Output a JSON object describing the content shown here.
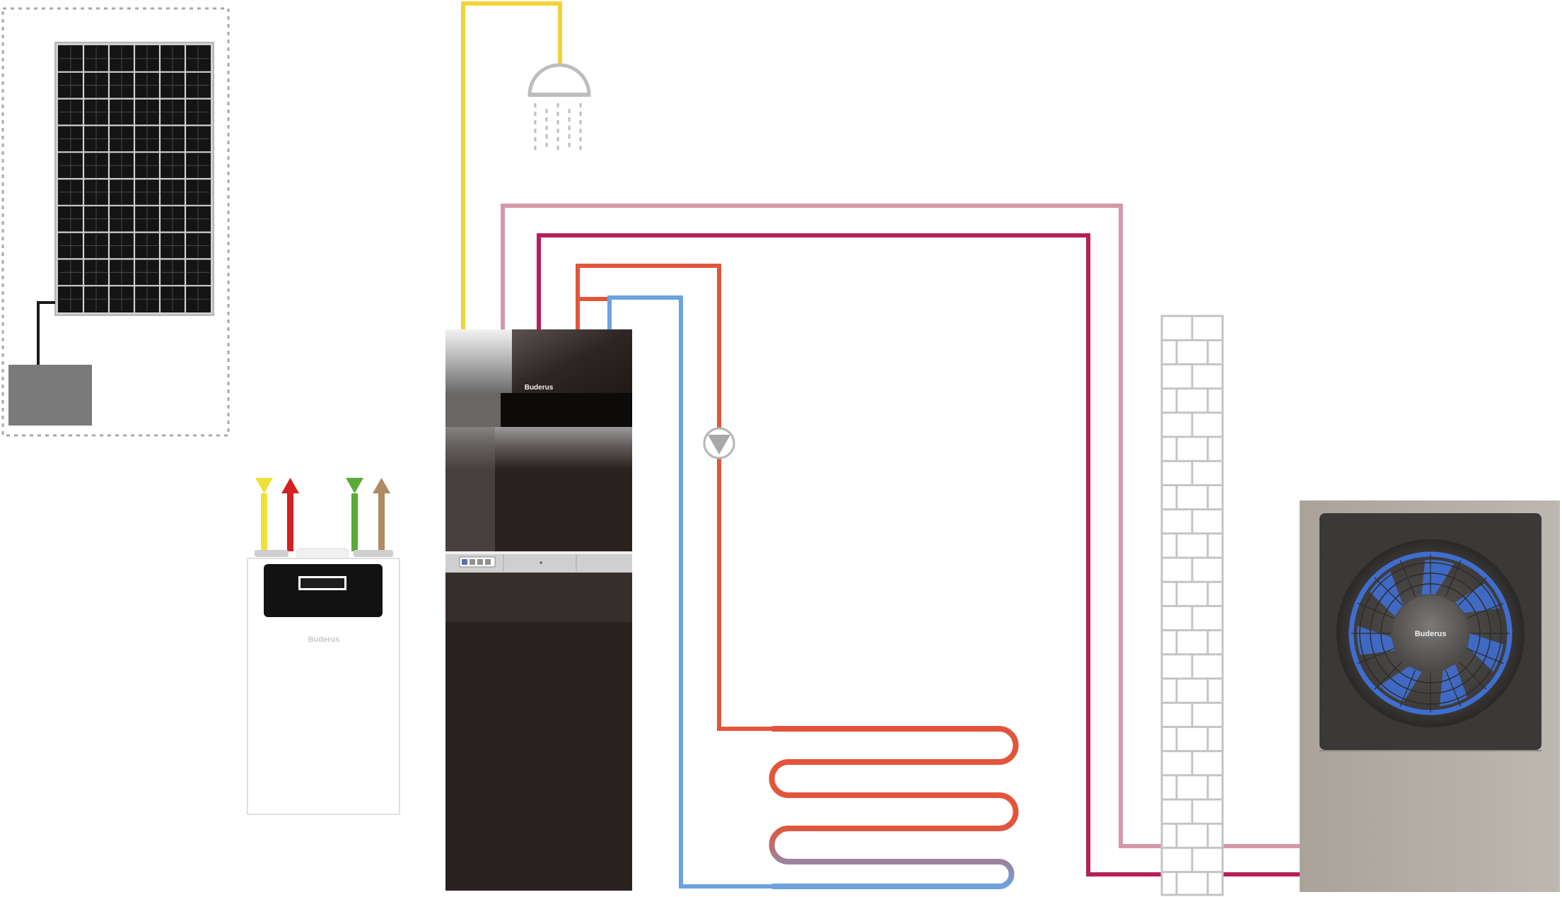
{
  "brand": {
    "indoor_unit_logo": "Buderus",
    "ventilation_unit_logo": "Buderus",
    "heat_pump_logo": "Buderus"
  },
  "colors": {
    "hot_water": "#f2d337",
    "flow_pink": "#d598a8",
    "flow_magenta": "#b4205a",
    "heating_flow": "#e2553b",
    "heating_return": "#6aa3df",
    "vent_yellow": "#f2e03a",
    "vent_red": "#d42020",
    "vent_green": "#5aaa38",
    "vent_brown": "#b08a62",
    "indoor_unit_body": "#2a2220",
    "outdoor_unit_body": "#b2aca3",
    "wall_lines": "#c4c4c4",
    "solar_border": "#a8a8a8",
    "fan_blue": "#3f6ed0"
  },
  "icons": {
    "shower": "shower-head-icon",
    "pump": "circulation-pump-icon",
    "solar": "solar-panel-icon"
  }
}
